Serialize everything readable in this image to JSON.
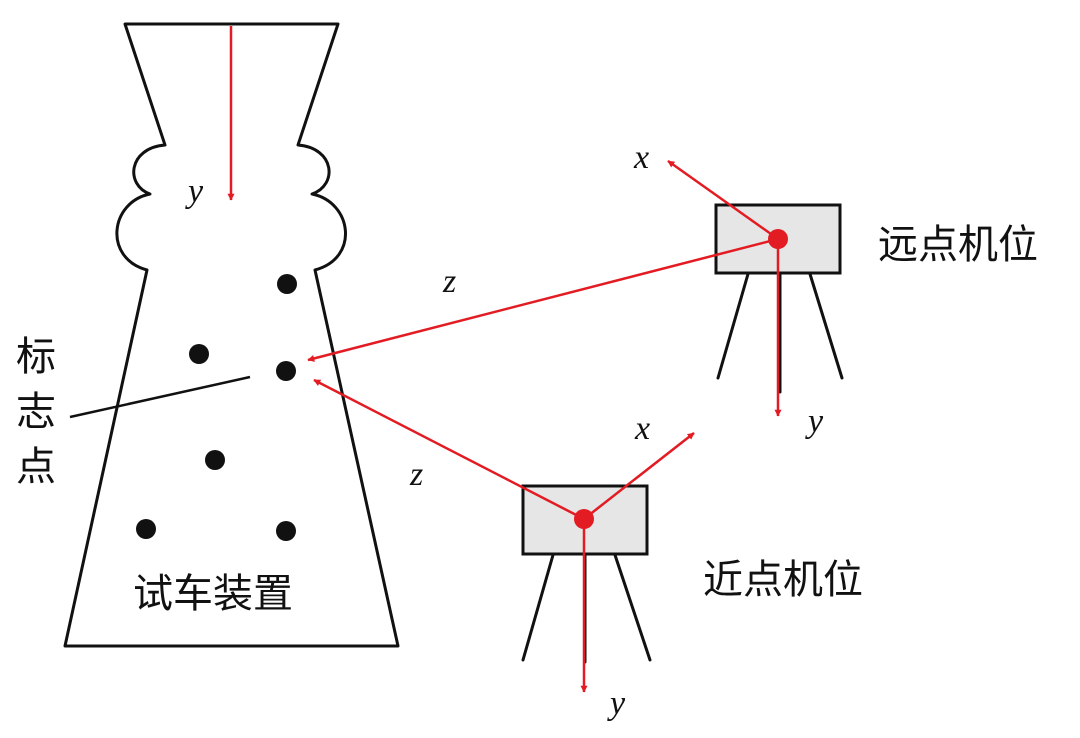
{
  "colors": {
    "axis_red": "#e31b23",
    "outline": "#111111",
    "camera_fill": "#e6e6e6",
    "background": "#ffffff"
  },
  "labels": {
    "marker": [
      "标",
      "志",
      "点"
    ],
    "device": "试车装置",
    "far_camera": "远点机位",
    "near_camera": "近点机位"
  },
  "axes": {
    "device_y": "y",
    "far_x": "x",
    "far_y": "y",
    "far_z": "z",
    "near_x": "x",
    "near_y": "y",
    "near_z": "z"
  }
}
